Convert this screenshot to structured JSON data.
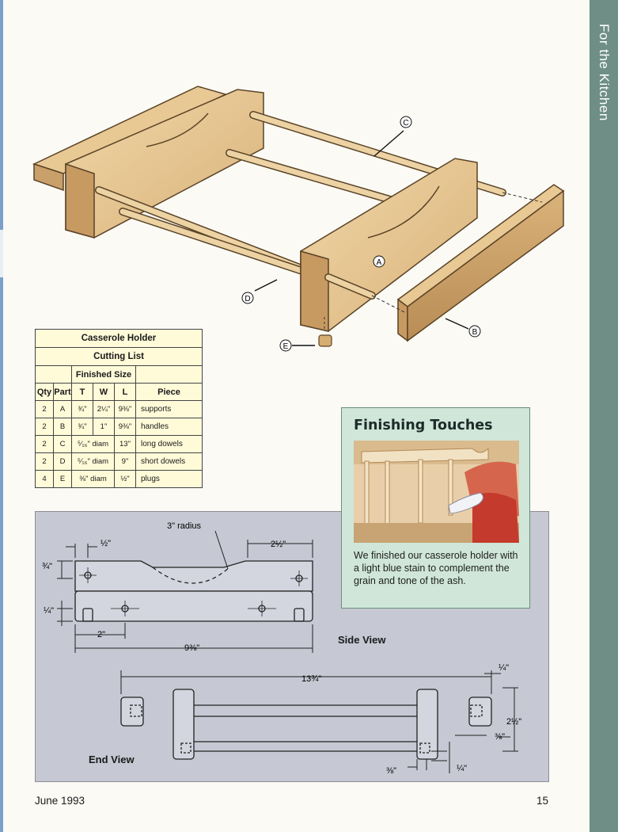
{
  "section_tab": "For the Kitchen",
  "illustration": {
    "callouts": [
      "A",
      "B",
      "C",
      "D",
      "E"
    ]
  },
  "cutting_list": {
    "title": "Casserole Holder",
    "subtitle": "Cutting List",
    "group_header": "Finished Size",
    "columns": [
      "Qty",
      "Part",
      "T",
      "W",
      "L",
      "Piece"
    ],
    "rows": [
      [
        "2",
        "A",
        "¾\"",
        "2¼\"",
        "9⅜\"",
        "supports"
      ],
      [
        "2",
        "B",
        "¾\"",
        "1\"",
        "9⅜\"",
        "handles"
      ],
      [
        "2",
        "C",
        "⁵⁄₁₆\" diam",
        "",
        "13\"",
        "long dowels"
      ],
      [
        "2",
        "D",
        "⁵⁄₁₆\" diam",
        "",
        "9\"",
        "short dowels"
      ],
      [
        "4",
        "E",
        "⅜\" diam",
        "",
        "½\"",
        "plugs"
      ]
    ]
  },
  "finishing": {
    "title": "Finishing Touches",
    "text": "We finished our casserole holder with a light blue stain to complement the grain and tone of the ash."
  },
  "side_view": {
    "label": "Side View",
    "dims": {
      "radius": "3\" radius",
      "half": "½\"",
      "two_half": "2½\"",
      "three_quarter": "¾\"",
      "quarter": "¼\"",
      "two": "2\"",
      "overall": "9⅜\""
    }
  },
  "end_view": {
    "label": "End View",
    "dims": {
      "overall": "13¾\"",
      "quarter_top": "¼\"",
      "two_half": "2½\"",
      "three_eighths_right": "⅜\"",
      "three_eighths_bottom": "⅜\"",
      "quarter_bottom": "¼\""
    }
  },
  "footer": {
    "date": "June 1993",
    "page": "15"
  }
}
